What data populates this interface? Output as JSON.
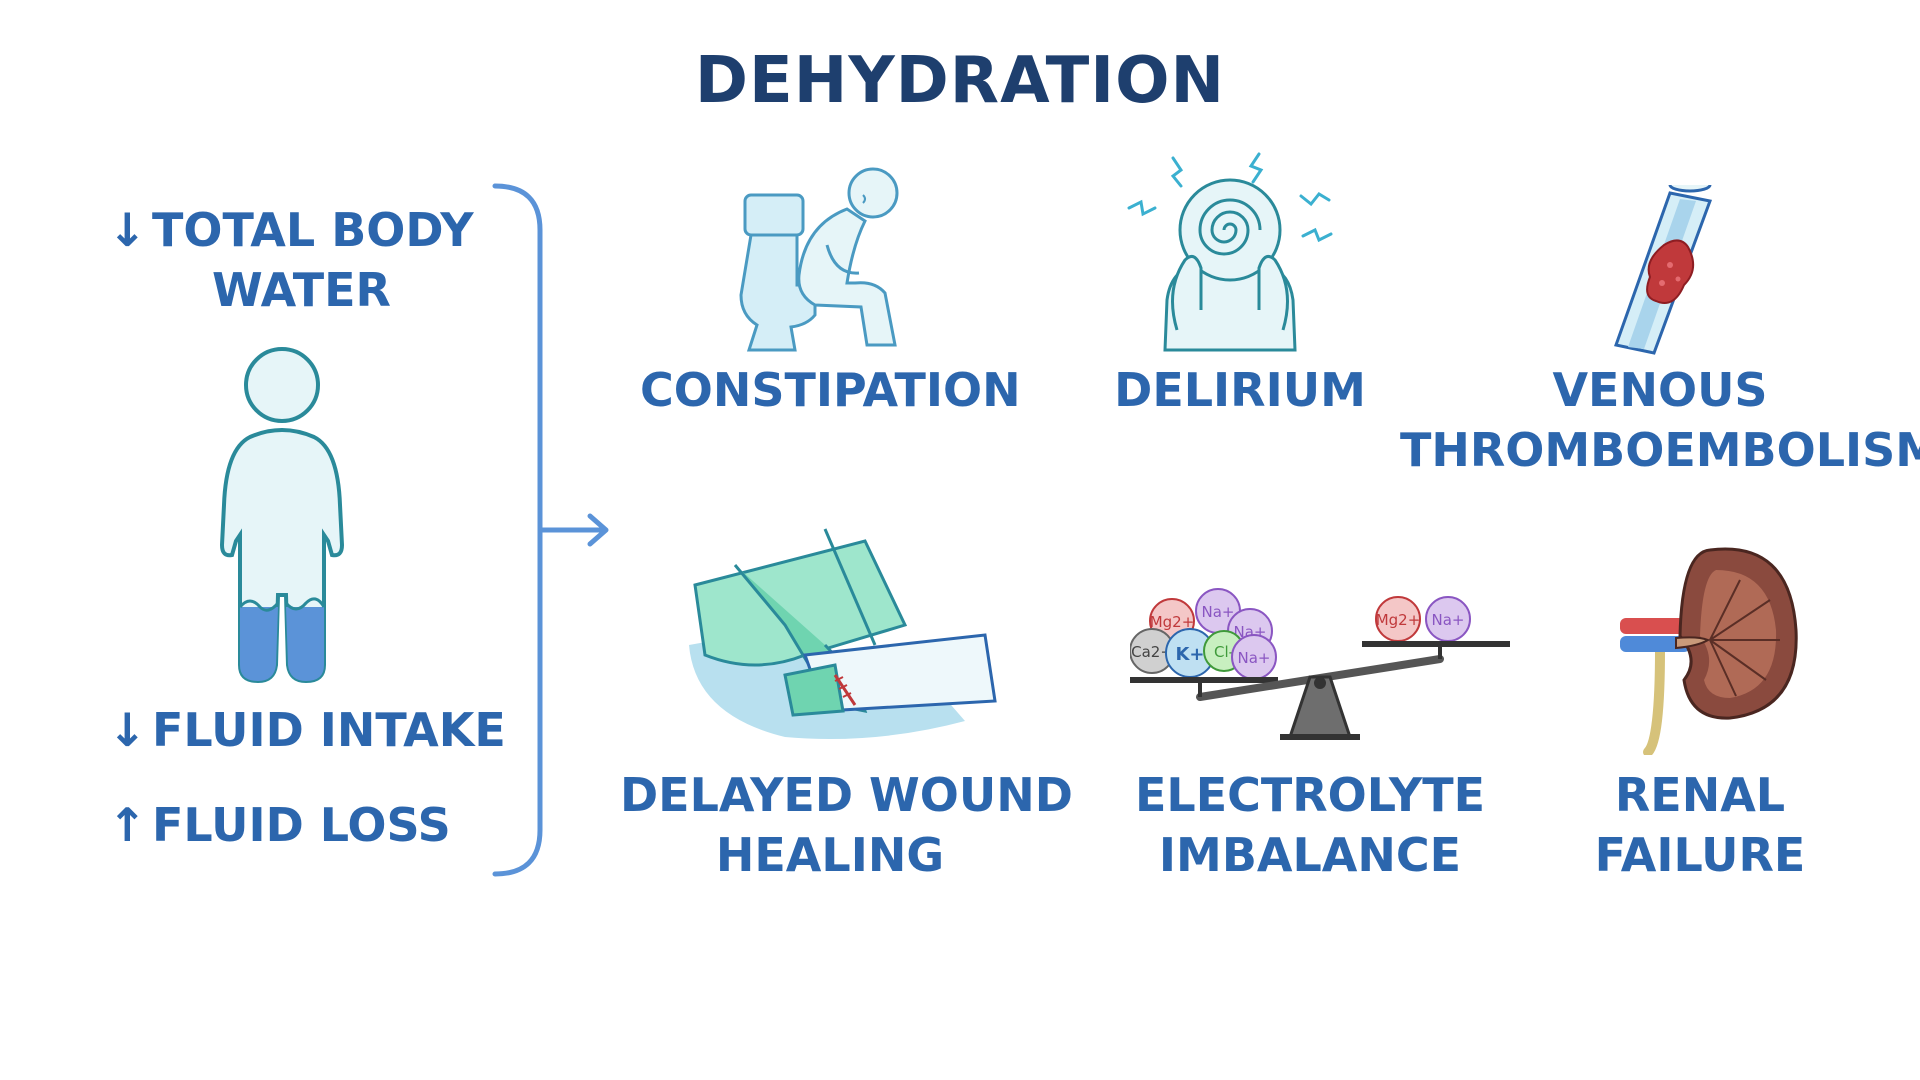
{
  "title": "DEHYDRATION",
  "causes": {
    "total_body_water": {
      "arrow": "↓",
      "line1": "TOTAL BODY",
      "line2": "WATER"
    },
    "fluid_intake": {
      "arrow": "↓",
      "text": "FLUID INTAKE"
    },
    "fluid_loss": {
      "arrow": "↑",
      "text": "FLUID LOSS"
    }
  },
  "effects": [
    {
      "line1": "CONSTIPATION",
      "line2": "",
      "icon": "toilet-figure-icon"
    },
    {
      "line1": "DELIRIUM",
      "line2": "",
      "icon": "confused-head-icon"
    },
    {
      "line1": "VENOUS",
      "line2": "THROMBOEMBOLISM",
      "icon": "vein-clot-icon"
    },
    {
      "line1": "DELAYED WOUND",
      "line2": "HEALING",
      "icon": "bandaged-wound-icon"
    },
    {
      "line1": "ELECTROLYTE",
      "line2": "IMBALANCE",
      "icon": "balance-scale-icon"
    },
    {
      "line1": "RENAL",
      "line2": "FAILURE",
      "icon": "kidney-icon"
    }
  ],
  "electrolytes": {
    "left_pan": [
      "Mg2+",
      "Na+",
      "Na+",
      "Ca2+",
      "K+",
      "Cl-",
      "Na+"
    ],
    "right_pan": [
      "Mg2+",
      "Na+"
    ]
  },
  "colors": {
    "title": "#1e3f6e",
    "text": "#2c66ad",
    "outline": "#2a8a9a",
    "body_fill": "#e6f5f8",
    "water": "#5b93d8"
  }
}
